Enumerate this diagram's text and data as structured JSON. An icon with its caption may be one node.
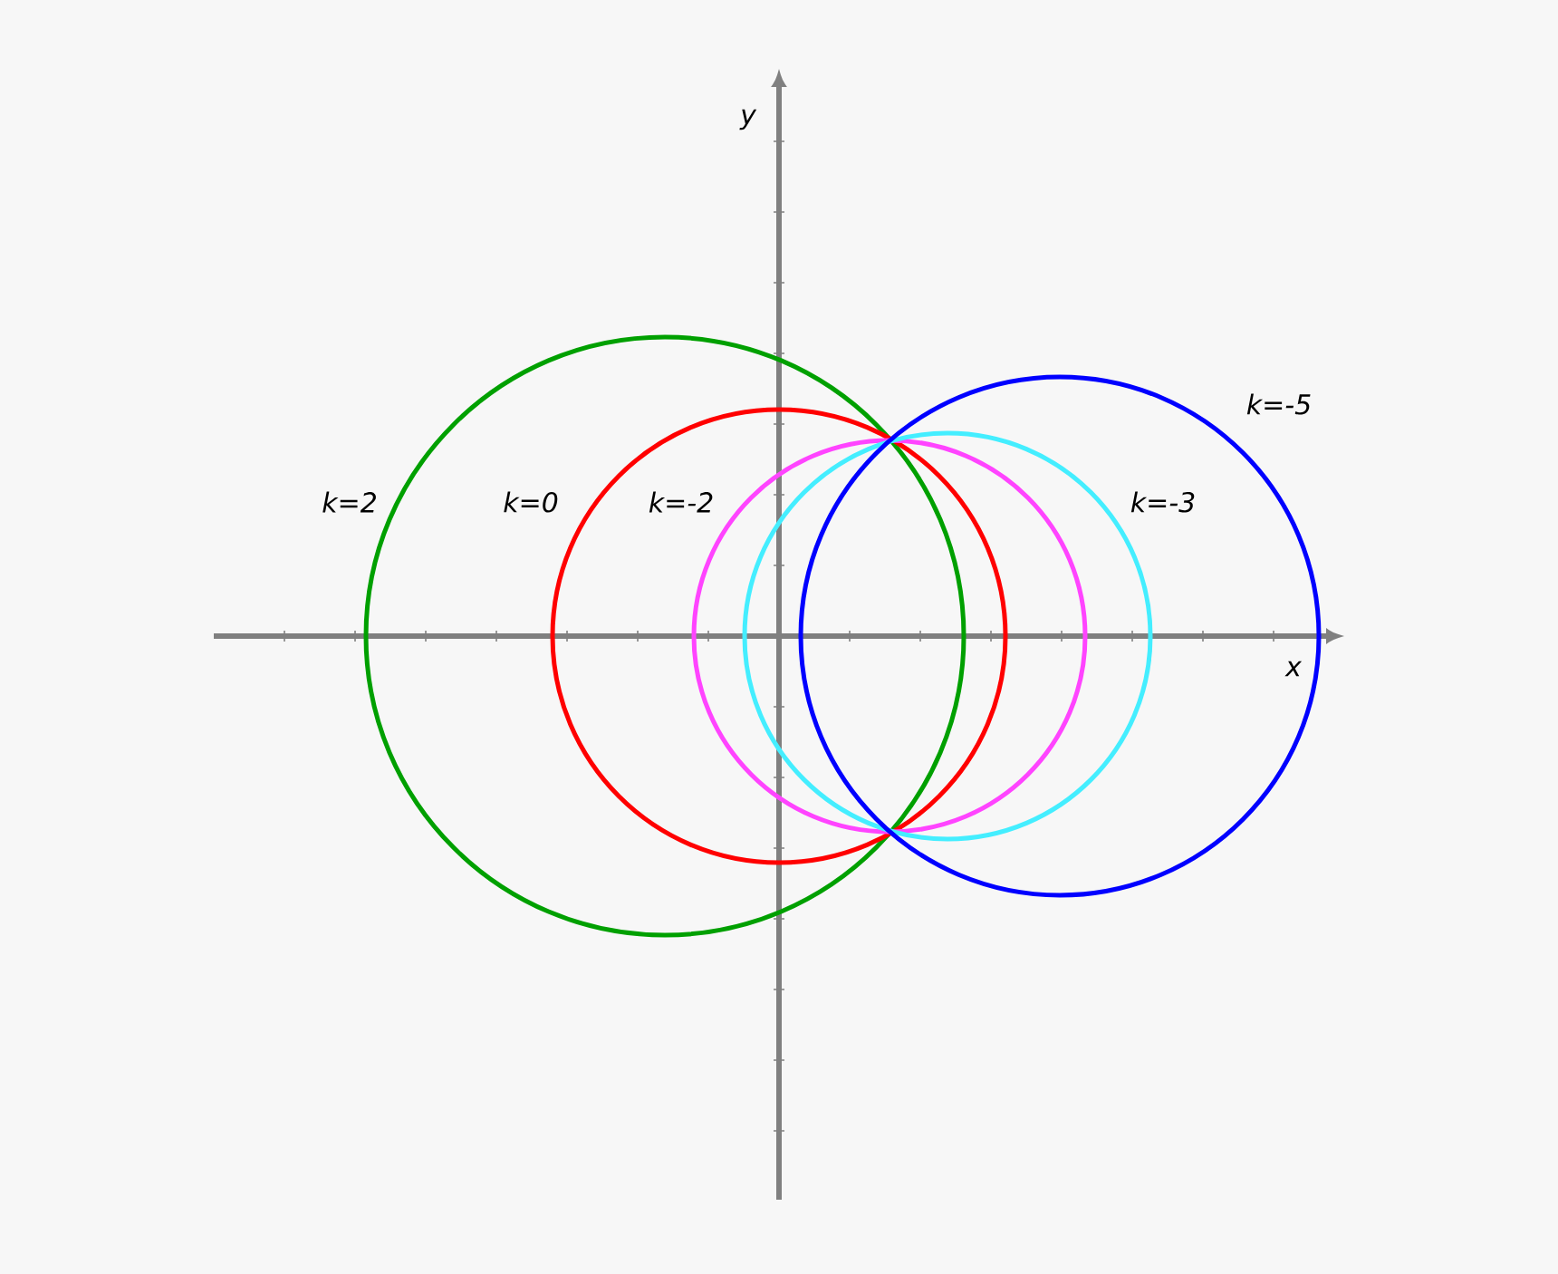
{
  "diagram": {
    "nodes": [
      {
        "text": [],
        "shape": "circle",
        "beside": [
          "k=2"
        ]
      },
      {
        "text": [],
        "shape": "circle",
        "beside": [
          "k=0"
        ]
      },
      {
        "text": [],
        "shape": "circle",
        "beside": [
          "k=-2"
        ]
      },
      {
        "text": [],
        "shape": "circle",
        "beside": [
          "k=-3"
        ]
      },
      {
        "text": [],
        "shape": "circle",
        "beside": [
          "k=-5"
        ]
      }
    ],
    "labels": [
      "y",
      "x"
    ]
  }
}
